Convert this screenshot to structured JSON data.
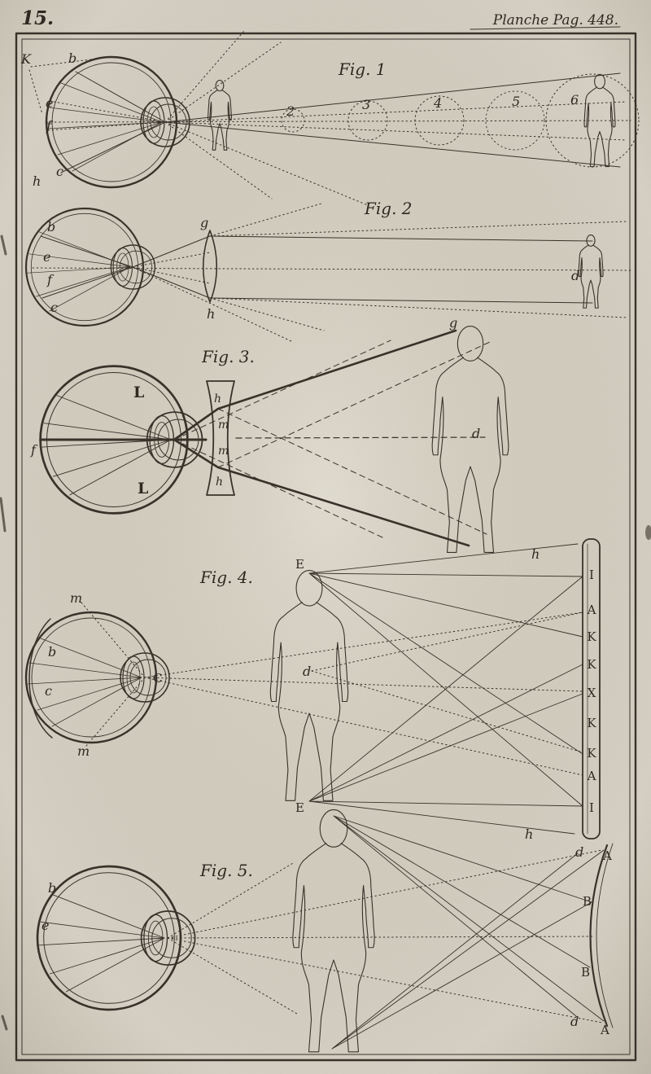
{
  "page": {
    "number": "15.",
    "header": "Planche Pag. 448.",
    "ink_color": "#38322a",
    "paper_color": "#d8d3c7"
  },
  "fig1": {
    "title": "Fig. 1",
    "labels": {
      "K": "K",
      "b": "b",
      "e": "e",
      "f": "f",
      "c": "c",
      "h": "h"
    },
    "image_numbers": [
      "2",
      "3",
      "4",
      "5",
      "6"
    ]
  },
  "fig2": {
    "title": "Fig. 2",
    "labels": {
      "b": "b",
      "e": "e",
      "f": "f",
      "c": "c",
      "g": "g",
      "h": "h",
      "d": "d"
    }
  },
  "fig3": {
    "title": "Fig. 3.",
    "labels": {
      "L_top": "L",
      "L_bottom": "L",
      "h_top": "h",
      "m_top": "m",
      "m_bottom": "m",
      "h_bottom": "h",
      "f": "f",
      "g": "g",
      "d": "d"
    }
  },
  "fig4": {
    "title": "Fig. 4.",
    "labels": {
      "m_top": "m",
      "m_bottom": "m",
      "b": "b",
      "c": "c",
      "C": "C",
      "E_top": "E",
      "d": "d",
      "E_bottom": "E",
      "h_top": "h",
      "h_bottom": "h"
    },
    "strip_letters": [
      "I",
      "A",
      "K",
      "K",
      "X",
      "K",
      "K",
      "A",
      "I"
    ]
  },
  "fig5": {
    "title": "Fig. 5.",
    "labels": {
      "b": "b",
      "e": "e",
      "d_top": "d",
      "A_top": "A",
      "B_upper": "B",
      "B_lower": "B",
      "d_bottom": "d",
      "A_bottom": "A"
    }
  }
}
